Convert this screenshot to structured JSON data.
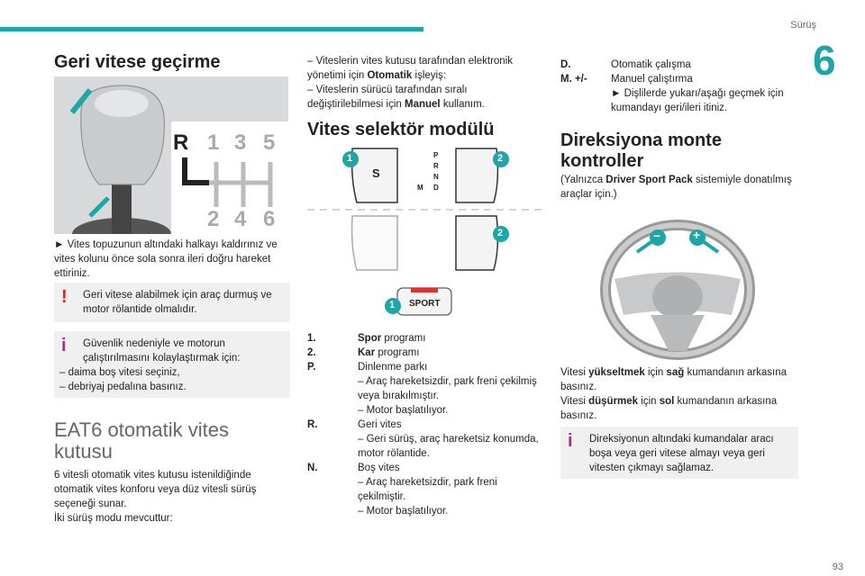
{
  "header": {
    "section": "Sürüş",
    "chapter": "6",
    "page": "93"
  },
  "col1": {
    "title": "Geri vitese geçirme",
    "gear_labels": {
      "r": "R",
      "g1": "1",
      "g3": "3",
      "g5": "5",
      "g2": "2",
      "g4": "4",
      "g6": "6"
    },
    "step": "► Vites topuzunun altındaki halkayı kaldırınız ve vites kolunu önce sola sonra ileri doğru hareket ettiriniz.",
    "warning": "Geri vitese alabilmek için araç durmuş ve motor rölantide olmalıdır.",
    "info_intro": "Güvenlik nedeniyle ve motorun çalıştırılmasını kolaylaştırmak için:",
    "info_item1": "– daima boş vitesi seçiniz,",
    "info_item2": "– debriyaj pedalına basınız.",
    "eat6_title": "EAT6 otomatik vites kutusu",
    "eat6_p1": "6 vitesli otomatik vites kutusu istenildiğinde otomatik vites konforu veya düz vitesli sürüş seçeneği sunar.",
    "eat6_p2": "İki sürüş modu mevcuttur:"
  },
  "col2": {
    "mode1_pre": "– Viteslerin vites kutusu tarafından elektronik yönetimi için ",
    "mode1_bold": "Otomatik",
    "mode1_post": " işleyiş:",
    "mode2_pre": "– Viteslerin sürücü tarafından sıralı değiştirilebilmesi için ",
    "mode2_bold": "Manuel",
    "mode2_post": " kullanım.",
    "selector_title": "Vites selektör modülü",
    "diagram": {
      "s": "S",
      "sport": "SPORT",
      "c1": "1",
      "c2": "2",
      "c1b": "1",
      "c2b": "2",
      "p": "P",
      "r": "R",
      "n": "N",
      "d": "D",
      "m": "M"
    },
    "items": [
      {
        "key": "1.",
        "bold": "Spor",
        "text": " programı"
      },
      {
        "key": "2.",
        "bold": "Kar",
        "text": " programı"
      },
      {
        "key": "P.",
        "bold": "",
        "text": "Dinlenme parkı"
      },
      {
        "key": "",
        "bold": "",
        "text": "– Araç hareketsizdir, park freni çekilmiş veya bırakılmıştır."
      },
      {
        "key": "",
        "bold": "",
        "text": "– Motor başlatılıyor."
      },
      {
        "key": "R.",
        "bold": "",
        "text": "Geri vites"
      },
      {
        "key": "",
        "bold": "",
        "text": "– Geri sürüş, araç hareketsiz konumda, motor rölantide."
      },
      {
        "key": "N.",
        "bold": "",
        "text": "Boş vites"
      },
      {
        "key": "",
        "bold": "",
        "text": "– Araç hareketsizdir, park freni çekilmiştir."
      },
      {
        "key": "",
        "bold": "",
        "text": "– Motor başlatılıyor."
      }
    ]
  },
  "col3": {
    "d_key": "D.",
    "d_text": "Otomatik çalışma",
    "m_key": "M. +/-",
    "m_text": "Manuel çalıştırma",
    "m_step": "► Dişlilerde yukarı/aşağı geçmek için kumandayı geri/ileri itiniz.",
    "title": "Direksiyona monte kontroller",
    "note_pre": "(Yalnızca ",
    "note_bold": "Driver Sport Pack",
    "note_post": " sistemiyle donatılmış araçlar için.)",
    "wheel_minus": "–",
    "wheel_plus": "+",
    "up_pre": "Vitesi ",
    "up_b1": "yükseltmek",
    "up_mid": " için ",
    "up_b2": "sağ",
    "up_post": " kumandanın arkasına basınız.",
    "dn_pre": "Vitesi ",
    "dn_b1": "düşürmek",
    "dn_mid": " için ",
    "dn_b2": "sol",
    "dn_post": " kumandanın arkasına basınız.",
    "info": "Direksiyonun altındaki kumandalar aracı boşa veya geri vitese almayı veya geri vitesten çıkmayı sağlamaz."
  },
  "colors": {
    "accent": "#1ea5a8",
    "warning": "#d42727",
    "info": "#c21f8e",
    "box_bg": "#f0f0f0",
    "sport_red": "#e03030"
  },
  "icons": [
    "warning-icon",
    "info-icon",
    "gear-knob-illustration",
    "steering-wheel-illustration",
    "gear-selector-diagram"
  ]
}
